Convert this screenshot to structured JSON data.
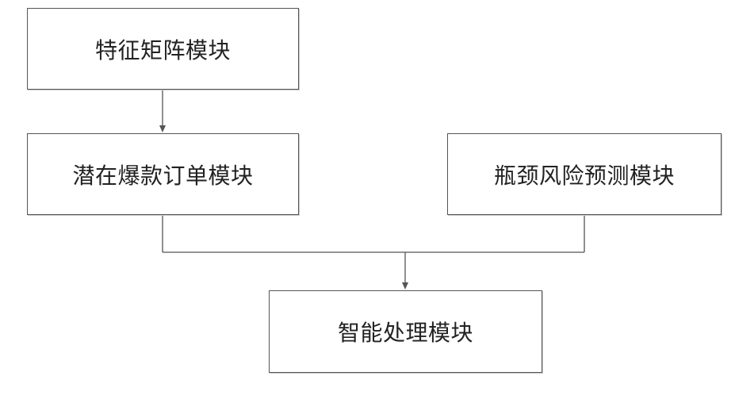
{
  "nodes": {
    "feature_matrix": "特征矩阵模块",
    "potential_hot_orders": "潜在爆款订单模块",
    "bottleneck_risk": "瓶颈风险预测模块",
    "smart_processing": "智能处理模块"
  },
  "edges": [
    {
      "from": "feature_matrix",
      "to": "potential_hot_orders"
    },
    {
      "from": "potential_hot_orders",
      "to": "smart_processing"
    },
    {
      "from": "bottleneck_risk",
      "to": "smart_processing"
    }
  ],
  "colors": {
    "line": "#555555",
    "border": "#555555",
    "text": "#222222"
  }
}
